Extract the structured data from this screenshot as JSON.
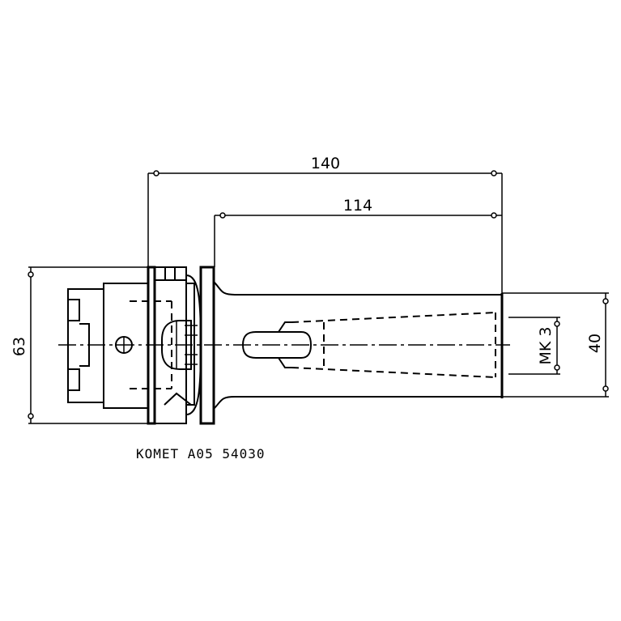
{
  "dimensions": {
    "overall_length": "140",
    "shank_length": "114",
    "flange_diameter": "63",
    "taper": "MK 3",
    "bore_diameter": "40"
  },
  "caption": "KOMET A05 54030",
  "colors": {
    "line": "#000000",
    "background": "#ffffff"
  }
}
